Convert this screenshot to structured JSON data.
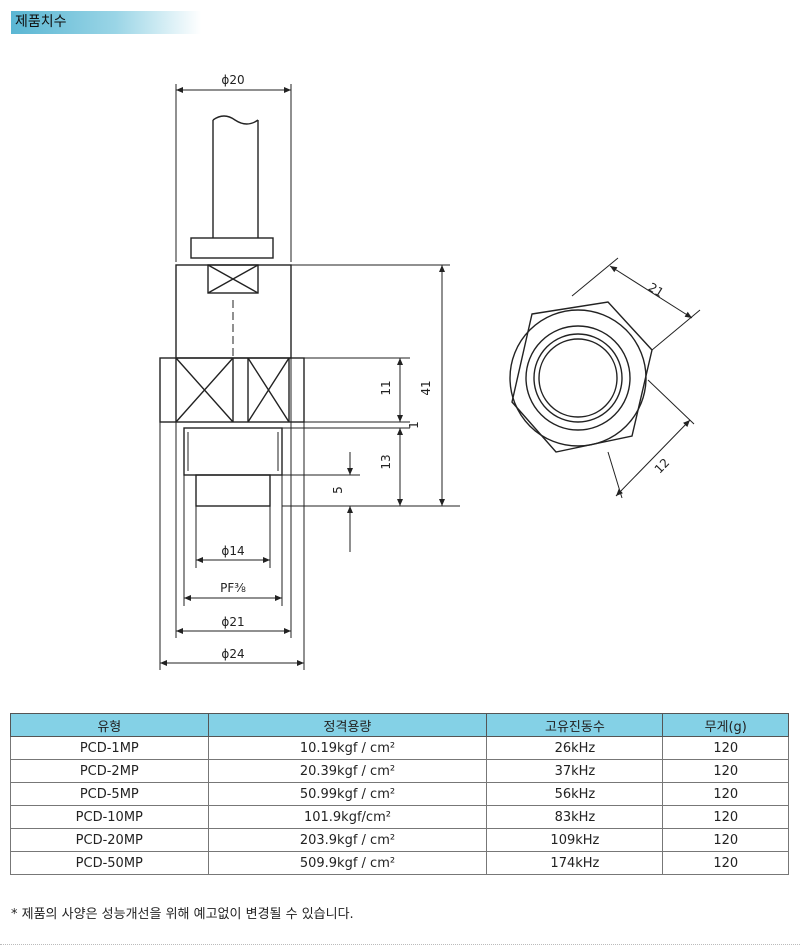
{
  "section": {
    "title": "제품치수"
  },
  "drawing": {
    "dims": {
      "phi20": "ϕ20",
      "phi14": "ϕ14",
      "pf": "PF⅜",
      "phi21": "ϕ21",
      "phi24": "ϕ24",
      "d41": "41",
      "d11": "11",
      "d1": "1",
      "d13": "13",
      "d5": "5",
      "d21": "21",
      "d12": "12"
    }
  },
  "table": {
    "headers": [
      "유형",
      "정격용량",
      "고유진동수",
      "무게(g)"
    ],
    "rows": [
      [
        "PCD-1MP",
        "10.19kgf / cm²",
        "26kHz",
        "120"
      ],
      [
        "PCD-2MP",
        "20.39kgf / cm²",
        "37kHz",
        "120"
      ],
      [
        "PCD-5MP",
        "50.99kgf / cm²",
        "56kHz",
        "120"
      ],
      [
        "PCD-10MP",
        "101.9kgf/cm²",
        "83kHz",
        "120"
      ],
      [
        "PCD-20MP",
        "203.9kgf / cm²",
        "109kHz",
        "120"
      ],
      [
        "PCD-50MP",
        "509.9kgf / cm²",
        "174kHz",
        "120"
      ]
    ]
  },
  "footnote": "* 제품의 사양은 성능개선을 위해 예고없이 변경될 수 있습니다."
}
